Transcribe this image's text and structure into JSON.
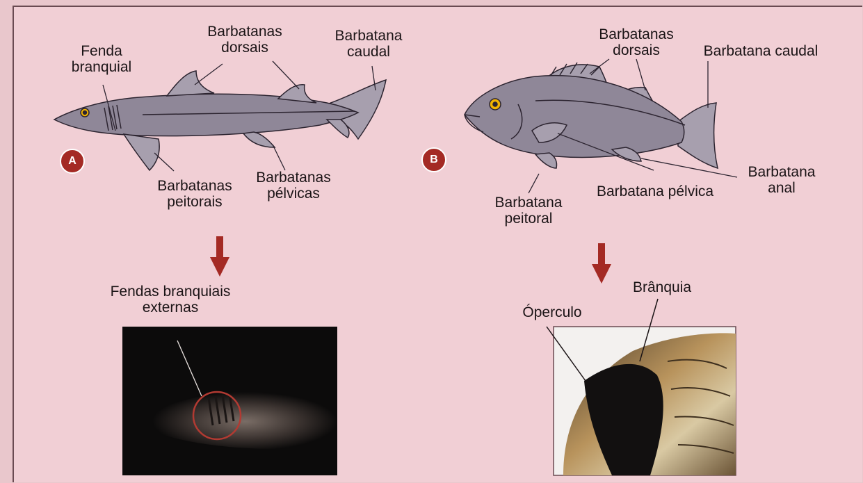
{
  "colors": {
    "background": "#f1cfd5",
    "fish_body": "#8f8798",
    "outline": "#2c2430",
    "arrow": "#a42a24",
    "badge": "#a42a24"
  },
  "panel_a": {
    "badge": "A",
    "labels": {
      "fenda_branquial": "Fenda\nbranquial",
      "barbatanas_dorsais": "Barbatanas\ndorsais",
      "barbatana_caudal": "Barbatana\ncaudal",
      "barbatanas_peitorais": "Barbatanas\npeitorais",
      "barbatanas_pelvicas": "Barbatanas\npélvicas",
      "fendas_branquiais_externas": "Fendas branquiais\nexternas"
    }
  },
  "panel_b": {
    "badge": "B",
    "labels": {
      "barbatanas_dorsais": "Barbatanas\ndorsais",
      "barbatana_caudal": "Barbatana caudal",
      "barbatana_anal": "Barbatana\nanal",
      "barbatana_pelvica": "Barbatana pélvica",
      "barbatana_peitoral": "Barbatana\npeitoral",
      "operculo": "Óperculo",
      "branquia": "Brânquia"
    }
  }
}
